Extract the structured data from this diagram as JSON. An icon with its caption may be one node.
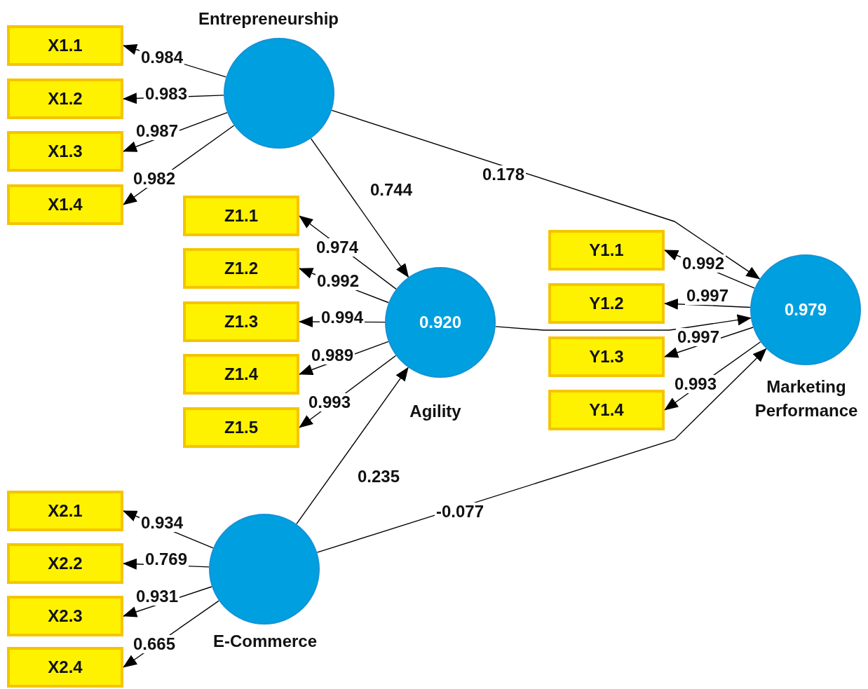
{
  "diagram": {
    "nodes": [
      {
        "text": [
          "Entrepreneurship"
        ]
      },
      {
        "text": [
          "X1.1"
        ]
      },
      {
        "text": [
          "X1.2"
        ]
      },
      {
        "text": [
          "X1.3"
        ]
      },
      {
        "text": [
          "X1.4"
        ]
      },
      {
        "text": [
          "Z1.1"
        ]
      },
      {
        "text": [
          "Z1.2"
        ]
      },
      {
        "text": [
          "Z1.3"
        ]
      },
      {
        "text": [
          "Z1.4"
        ]
      },
      {
        "text": [
          "Z1.5"
        ]
      },
      {
        "text": [
          "0.920",
          "Agility"
        ]
      },
      {
        "text": [
          "Y1.1"
        ]
      },
      {
        "text": [
          "Y1.2"
        ]
      },
      {
        "text": [
          "Y1.3"
        ]
      },
      {
        "text": [
          "Y1.4"
        ]
      },
      {
        "text": [
          "0.979",
          "Marketing Performance"
        ]
      },
      {
        "text": [
          "X2.1"
        ]
      },
      {
        "text": [
          "X2.2"
        ]
      },
      {
        "text": [
          "X2.3"
        ]
      },
      {
        "text": [
          "X2.4"
        ]
      },
      {
        "text": [
          "E-Commerce"
        ]
      }
    ],
    "edges": [
      {
        "from": 0,
        "to": 1,
        "arrow": "to",
        "label": "0.984"
      },
      {
        "from": 0,
        "to": 2,
        "arrow": "to",
        "label": "0.983"
      },
      {
        "from": 0,
        "to": 3,
        "arrow": "to",
        "label": "0.987"
      },
      {
        "from": 0,
        "to": 4,
        "arrow": "to",
        "label": "0.982"
      },
      {
        "from": 0,
        "to": 10,
        "arrow": "to",
        "label": "0.744"
      },
      {
        "from": 0,
        "to": 15,
        "arrow": "to",
        "label": "0.178"
      },
      {
        "from": 10,
        "to": 5,
        "arrow": "to",
        "label": "0.974"
      },
      {
        "from": 10,
        "to": 6,
        "arrow": "to",
        "label": "0.992"
      },
      {
        "from": 10,
        "to": 7,
        "arrow": "to",
        "label": "0.994"
      },
      {
        "from": 10,
        "to": 8,
        "arrow": "to",
        "label": "0.989"
      },
      {
        "from": 10,
        "to": 9,
        "arrow": "to",
        "label": "0.993"
      },
      {
        "from": 10,
        "to": 15,
        "arrow": "to"
      },
      {
        "from": 15,
        "to": 11,
        "arrow": "to",
        "label": "0.992"
      },
      {
        "from": 15,
        "to": 12,
        "arrow": "to",
        "label": "0.997"
      },
      {
        "from": 15,
        "to": 13,
        "arrow": "to",
        "label": "0.997"
      },
      {
        "from": 15,
        "to": 14,
        "arrow": "to",
        "label": "0.993"
      },
      {
        "from": 20,
        "to": 10,
        "arrow": "to",
        "label": "0.235"
      },
      {
        "from": 20,
        "to": 15,
        "arrow": "to",
        "label": "-0.077"
      },
      {
        "from": 20,
        "to": 16,
        "arrow": "to",
        "label": "0.934"
      },
      {
        "from": 20,
        "to": 17,
        "arrow": "to",
        "label": "0.769"
      },
      {
        "from": 20,
        "to": 18,
        "arrow": "to",
        "label": "0.931"
      },
      {
        "from": 20,
        "to": 19,
        "arrow": "to",
        "label": "0.665"
      }
    ]
  }
}
